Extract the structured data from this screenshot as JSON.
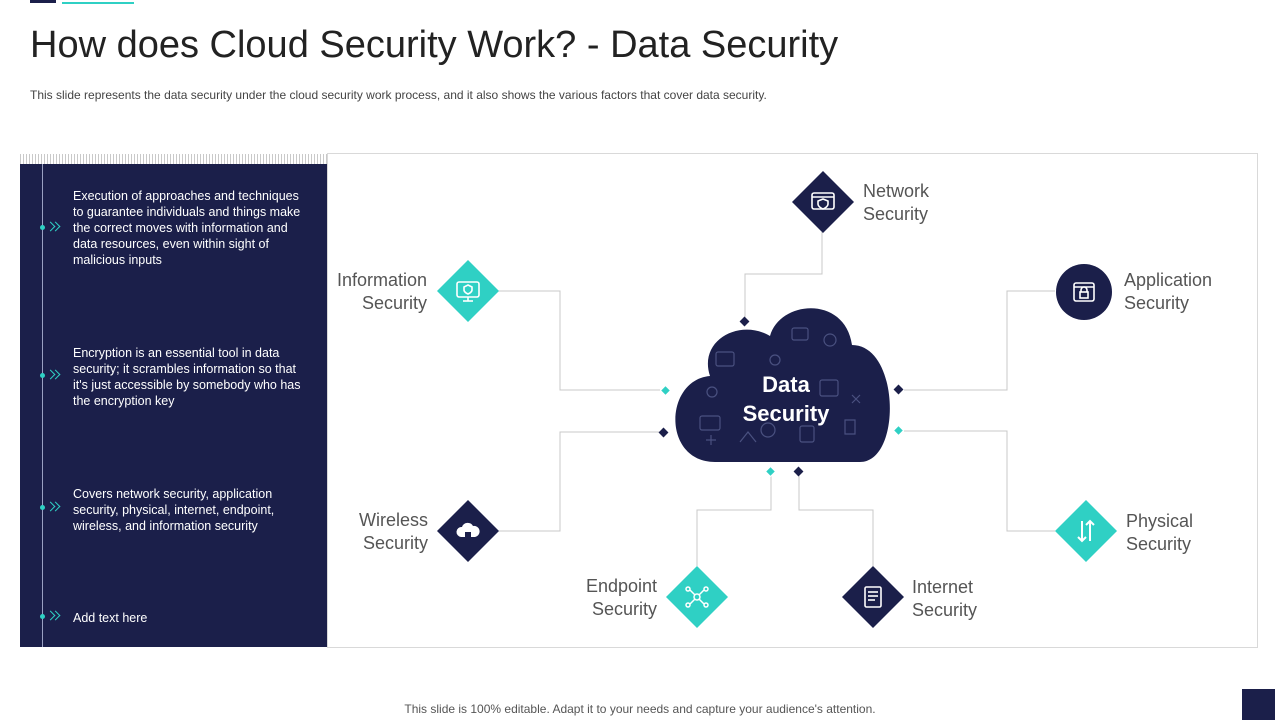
{
  "slide": {
    "title": "How does Cloud Security Work? - Data Security",
    "subtitle": "This slide represents the data security under the cloud security work process, and it also shows the various factors that cover data security.",
    "footer": "This slide is 100% editable. Adapt it to your needs and capture your audience's attention."
  },
  "left_panel": {
    "items": [
      "Execution of approaches and techniques to guarantee individuals and things make the correct moves with information and data resources, even within sight of malicious inputs",
      "Encryption is an essential tool in data security; it scrambles information so that it's just accessible by somebody who has the encryption key",
      "Covers network security, application security, physical, internet, endpoint, wireless, and information security",
      "Add text here"
    ]
  },
  "diagram": {
    "center": {
      "line1": "Data",
      "line2": "Security"
    },
    "nodes": {
      "network": {
        "line1": "Network",
        "line2": "Security",
        "icon": "browser-shield-icon"
      },
      "information": {
        "line1": "Information",
        "line2": "Security",
        "icon": "monitor-shield-icon"
      },
      "application": {
        "line1": "Application",
        "line2": "Security",
        "icon": "app-lock-icon"
      },
      "wireless": {
        "line1": "Wireless",
        "line2": "Security",
        "icon": "cloud-lock-icon"
      },
      "physical": {
        "line1": "Physical",
        "line2": "Security",
        "icon": "up-down-arrows-icon"
      },
      "endpoint": {
        "line1": "Endpoint",
        "line2": "Security",
        "icon": "network-nodes-icon"
      },
      "internet": {
        "line1": "Internet",
        "line2": "Security",
        "icon": "document-icon"
      }
    }
  },
  "colors": {
    "navy": "#1b1f4a",
    "teal": "#2fd0c4",
    "text": "#555555"
  }
}
